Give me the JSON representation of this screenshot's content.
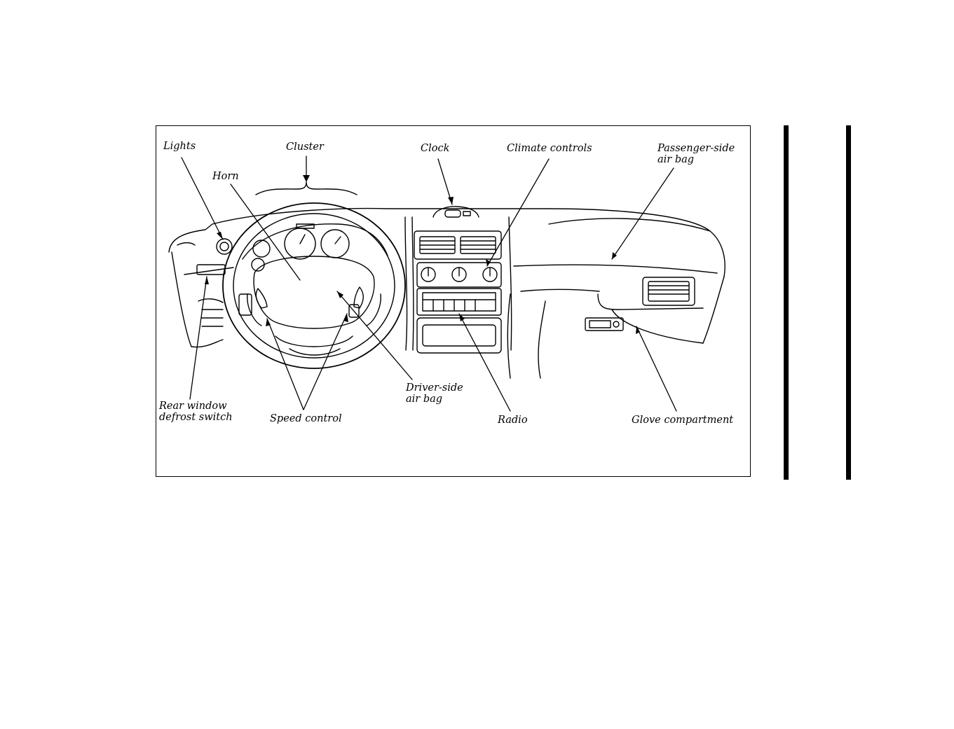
{
  "labels": {
    "lights": "Lights",
    "cluster": "Cluster",
    "horn": "Horn",
    "clock": "Clock",
    "climate_controls": "Climate controls",
    "passenger_airbag_line1": "Passenger-side",
    "passenger_airbag_line2": "air bag",
    "rear_defrost_line1": "Rear window",
    "rear_defrost_line2": "defrost switch",
    "speed_control": "Speed control",
    "driver_airbag_line1": "Driver-side",
    "driver_airbag_line2": "air bag",
    "radio": "Radio",
    "glove_compartment": "Glove compartment"
  },
  "colors": {
    "ink": "#000000",
    "background": "#ffffff"
  }
}
